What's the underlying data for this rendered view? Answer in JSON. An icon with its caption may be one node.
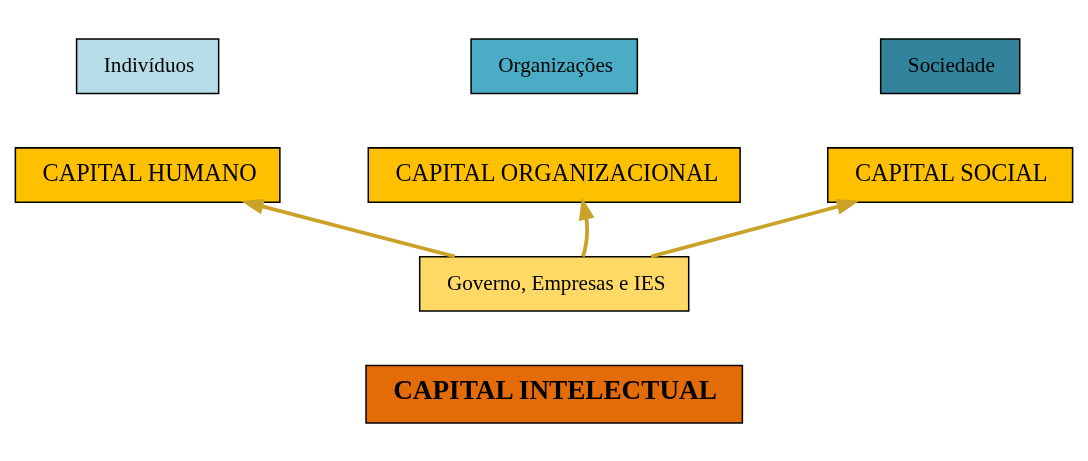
{
  "diagram": {
    "nodes": [
      {
        "text": [
          "Indivíduos"
        ]
      },
      {
        "text": [
          "CAPITAL HUMANO"
        ]
      },
      {
        "text": [
          "Organizações"
        ]
      },
      {
        "text": [
          "CAPITAL ORGANIZACIONAL"
        ]
      },
      {
        "text": [
          "Sociedade"
        ]
      },
      {
        "text": [
          "CAPITAL SOCIAL"
        ]
      },
      {
        "text": [
          "Governo, Empresas e IES"
        ]
      },
      {
        "text": [
          "CAPITAL INTELECTUAL"
        ]
      }
    ],
    "edges": [
      {
        "from": 6,
        "to": 1,
        "arrow": "to"
      },
      {
        "from": 6,
        "to": 3,
        "arrow": "to"
      },
      {
        "from": 6,
        "to": 5,
        "arrow": "to"
      }
    ]
  }
}
